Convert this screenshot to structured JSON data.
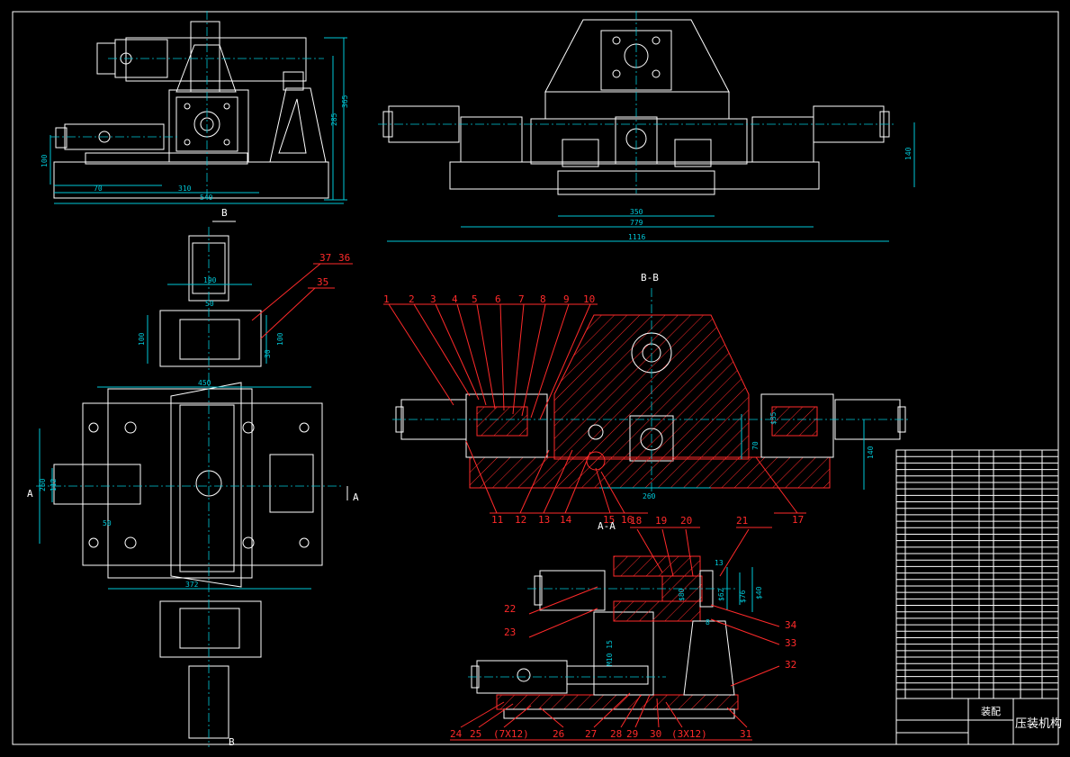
{
  "title_block": {
    "drawing_title": "装配",
    "drawing_name": "压装机构"
  },
  "section_labels": {
    "b_b": "B-B",
    "a_a": "A-A",
    "b_top": "B",
    "b_bottom": "B",
    "a_left": "A",
    "a_right": "A"
  },
  "dimensions": {
    "top_left": [
      "365",
      "285",
      "100",
      "70",
      "310",
      "540"
    ],
    "top_right": [
      "350",
      "779",
      "1116",
      "140"
    ],
    "plan": [
      "190",
      "50",
      "100",
      "100",
      "30",
      "450",
      "260",
      "112",
      "50",
      "372"
    ],
    "section_bb": [
      "260",
      "70",
      "140",
      "$35"
    ],
    "section_aa": [
      "13",
      "8",
      "$80",
      "$62",
      "$76",
      "$40",
      "M10 15"
    ]
  },
  "part_labels": {
    "top": [
      "1",
      "2",
      "3",
      "4",
      "5",
      "6",
      "7",
      "8",
      "9",
      "10"
    ],
    "bottom_bb": [
      "11",
      "12",
      "13",
      "14",
      "15",
      "16",
      "17"
    ],
    "top_aa": [
      "18",
      "19",
      "20",
      "21"
    ],
    "right_aa": [
      "34",
      "33",
      "32"
    ],
    "left_aa": [
      "22",
      "23"
    ],
    "bottom_aa": [
      "24",
      "25",
      "(7X12)",
      "26",
      "27",
      "28",
      "29",
      "30",
      "(3X12)",
      "31"
    ],
    "plan_top": [
      "37",
      "36",
      "35"
    ]
  }
}
